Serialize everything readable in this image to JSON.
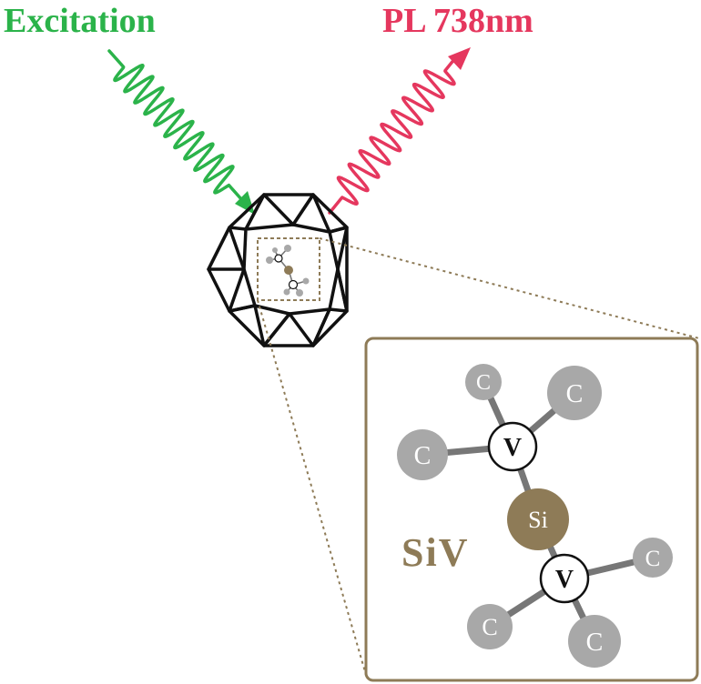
{
  "excitation": {
    "label": "Excitation",
    "color": "#2bb34a"
  },
  "emission": {
    "label": "PL 738nm",
    "color": "#e5375e"
  },
  "crystal": {
    "name": "diamond-crystal",
    "stroke": "#111111"
  },
  "inset": {
    "label": "SiV",
    "frame_color": "#8e7b57",
    "atoms": {
      "silicon": {
        "symbol": "Si",
        "color": "#8e7b57"
      },
      "vacancy": {
        "symbol": "V"
      },
      "carbon": {
        "symbol": "C",
        "color": "#a8a8a8"
      }
    }
  }
}
